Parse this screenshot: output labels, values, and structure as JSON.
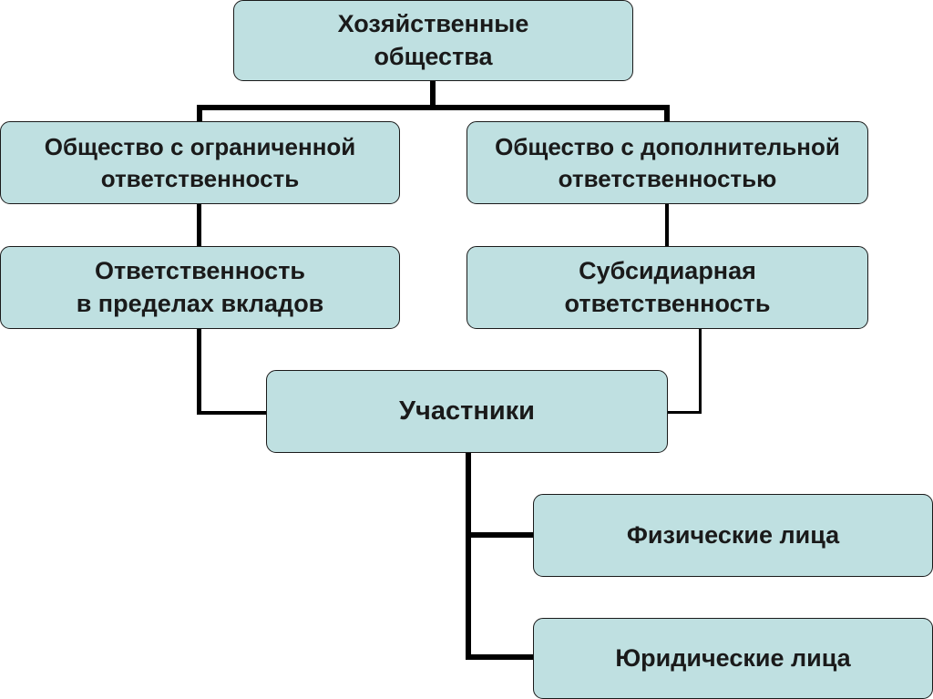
{
  "diagram": {
    "root": {
      "label": "Хозяйственные\nобщества"
    },
    "left_branch": {
      "type_label": "Общество с ограниченной\nответственность",
      "liability_label": "Ответственность\nв пределах вкладов"
    },
    "right_branch": {
      "type_label": "Общество с дополнительной\nответственностью",
      "liability_label": "Субсидиарная\nответственность"
    },
    "participants": {
      "label": "Участники",
      "kinds": [
        {
          "label": "Физические лица"
        },
        {
          "label": "Юридические лица"
        }
      ]
    },
    "colors": {
      "box_fill": "#bfe0e1",
      "box_border": "#1a1a1a",
      "connector": "#000000",
      "text": "#1a1a1a"
    }
  }
}
